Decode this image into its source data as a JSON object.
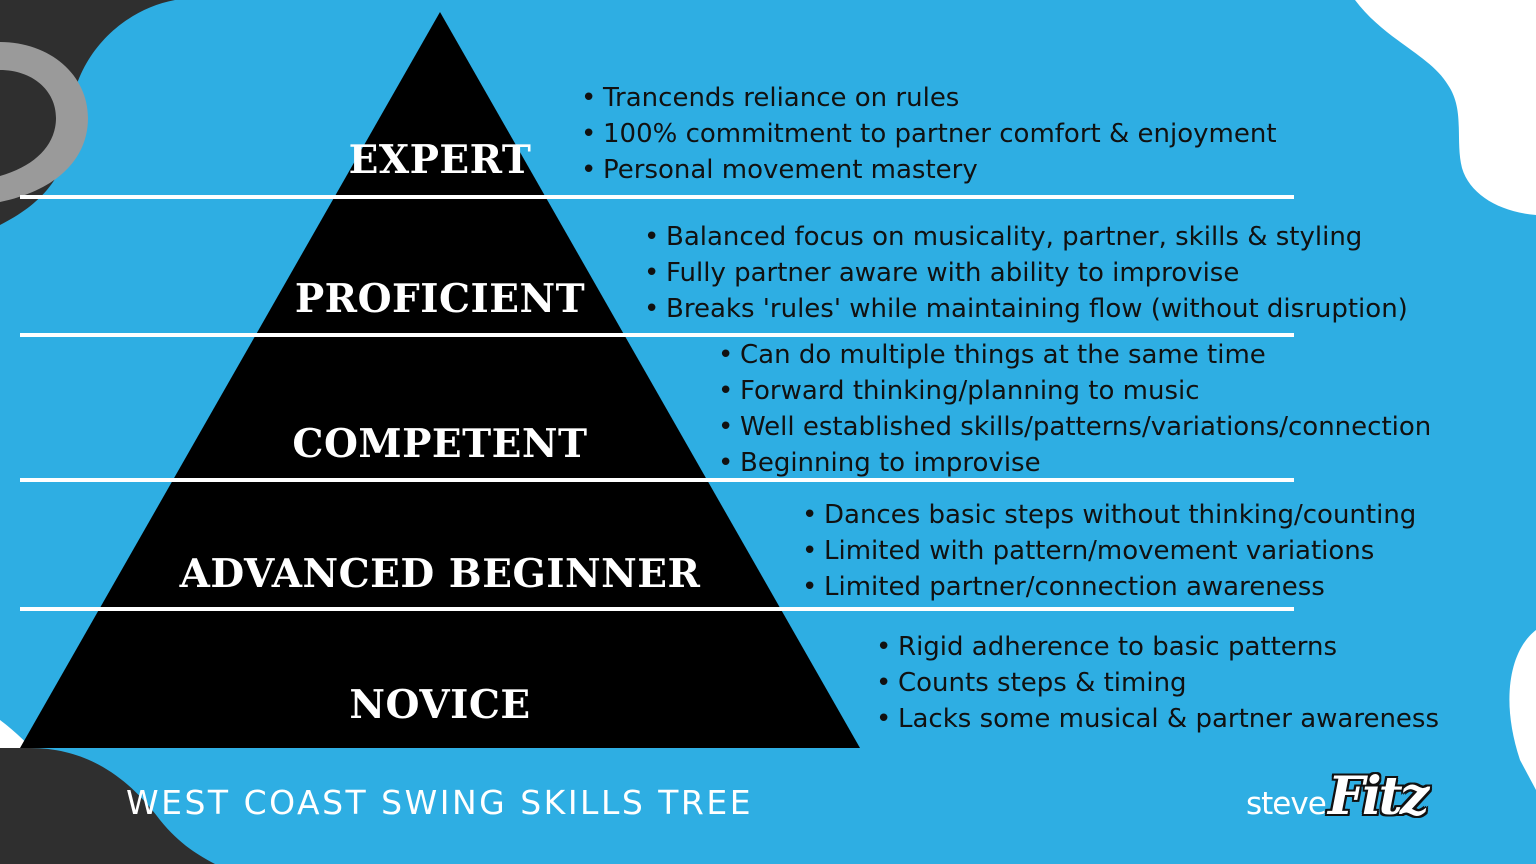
{
  "title": "WEST COAST SWING SKILLS TREE",
  "logo": {
    "part1": "steve",
    "part2": "Fitz"
  },
  "colors": {
    "background": "#2eaee3",
    "pyramid": "#000000",
    "divider": "#ffffff",
    "bullet_text": "#111111",
    "corner_dark": "#2f2f2f",
    "corner_gray": "#9a9a9a"
  },
  "levels": [
    {
      "label": "EXPERT",
      "bullets": [
        "Trancends reliance on rules",
        "100% commitment to partner comfort & enjoyment",
        "Personal movement mastery"
      ]
    },
    {
      "label": "PROFICIENT",
      "bullets": [
        "Balanced focus on musicality, partner, skills & styling",
        "Fully partner aware with ability to improvise",
        "Breaks 'rules' while maintaining flow (without disruption)"
      ]
    },
    {
      "label": "COMPETENT",
      "bullets": [
        "Can do multiple things at the same time",
        "Forward thinking/planning to music",
        "Well established skills/patterns/variations/connection",
        "Beginning to improvise"
      ]
    },
    {
      "label": "ADVANCED BEGINNER",
      "bullets": [
        "Dances basic steps without thinking/counting",
        "Limited with pattern/movement variations",
        "Limited partner/connection awareness"
      ]
    },
    {
      "label": "NOVICE",
      "bullets": [
        "Rigid adherence to basic patterns",
        "Counts steps & timing",
        "Lacks some musical & partner awareness"
      ]
    }
  ]
}
